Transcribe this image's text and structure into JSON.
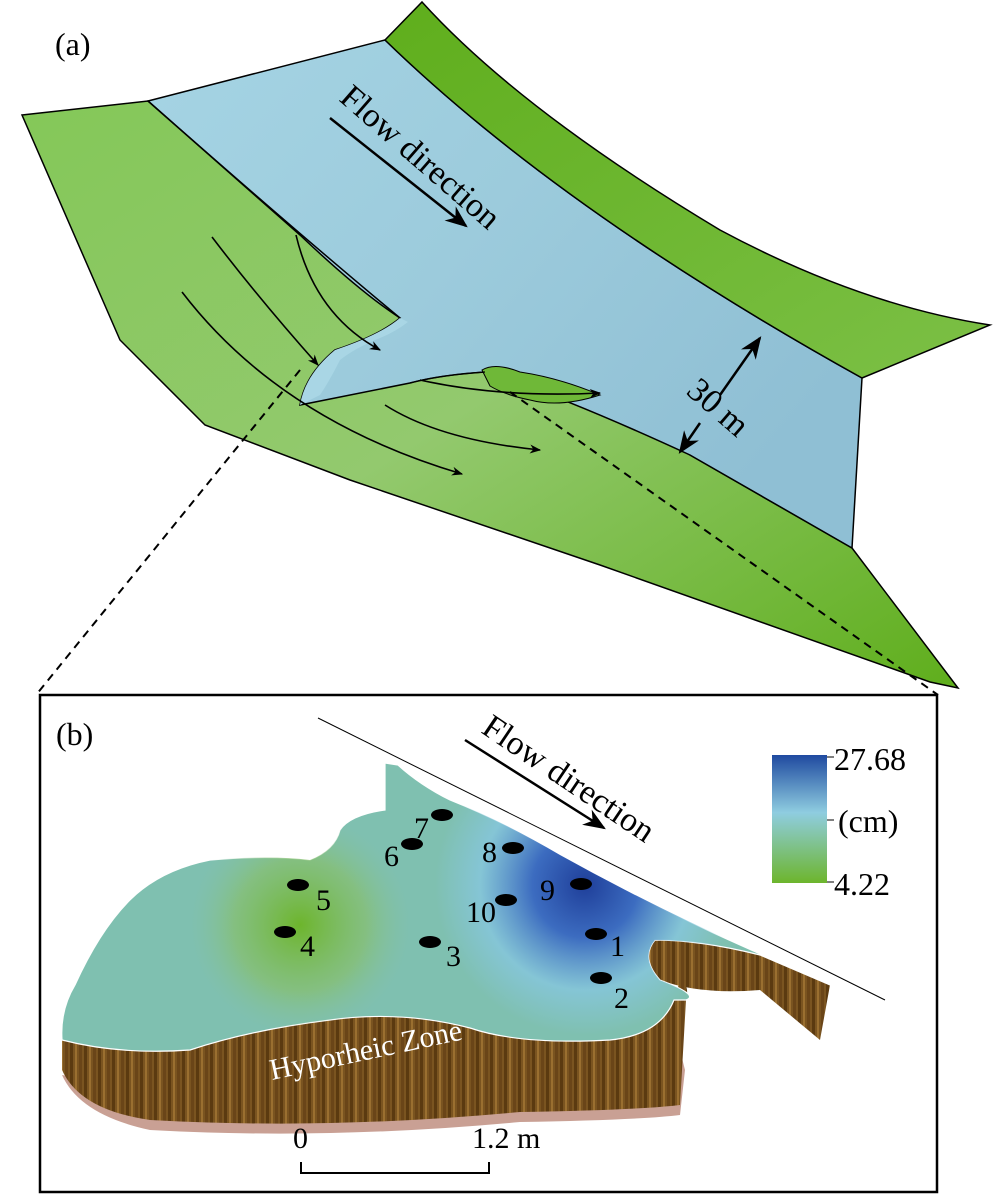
{
  "panel_a": {
    "label": "(a)",
    "flow_label": "Flow direction",
    "width_label": "30 m"
  },
  "panel_b": {
    "label": "(b)",
    "flow_label": "Flow direction",
    "zone_label": "Hyporheic Zone",
    "colorbar": {
      "max_label": "27.68",
      "unit_label": "(cm)",
      "min_label": "4.22",
      "color_high": "#1f4aa0",
      "color_mid": "#8fcde0",
      "color_low": "#6db52c"
    },
    "scalebar": {
      "start_label": "0",
      "end_label": "1.2 m"
    },
    "points": [
      "1",
      "2",
      "3",
      "4",
      "5",
      "6",
      "7",
      "8",
      "9",
      "10"
    ]
  },
  "colors": {
    "bank_green": "#6db52c",
    "channel_blue": "#8ec3d8",
    "sediment_brown": "#7a5420",
    "frame": "#000000"
  }
}
